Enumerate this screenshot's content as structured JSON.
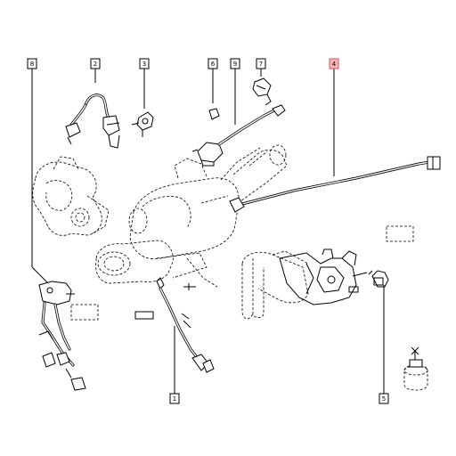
{
  "callouts": [
    {
      "id": "8",
      "label": "8",
      "highlight": false
    },
    {
      "id": "2",
      "label": "2",
      "highlight": false
    },
    {
      "id": "3",
      "label": "3",
      "highlight": false
    },
    {
      "id": "6",
      "label": "6",
      "highlight": false
    },
    {
      "id": "9",
      "label": "9",
      "highlight": false
    },
    {
      "id": "7",
      "label": "7",
      "highlight": false
    },
    {
      "id": "4",
      "label": "4",
      "highlight": true
    },
    {
      "id": "1",
      "label": "1",
      "highlight": false
    },
    {
      "id": "5",
      "label": "5",
      "highlight": false
    }
  ],
  "colors": {
    "line": "#000000",
    "background": "#ffffff",
    "highlight_fill": "#f6b6b8",
    "highlight_stroke": "#e05057"
  }
}
